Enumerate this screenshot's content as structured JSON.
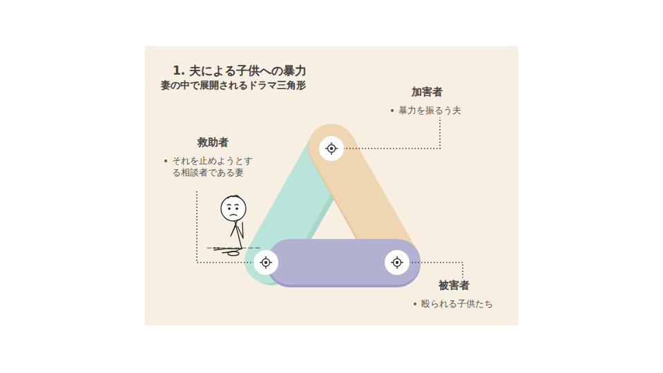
{
  "diagram": {
    "title": "1. 夫による子供への暴力",
    "nodes": [
      {
        "text": [
          "加害者",
          "暴力を振るう夫"
        ]
      },
      {
        "text": [
          "救助者",
          "それを止めようとする相談者である妻"
        ]
      },
      {
        "text": [
          "被害者",
          "殴られる子供たち"
        ]
      }
    ],
    "labels": [
      "妻の中で展開されるドラマ三角形"
    ]
  }
}
